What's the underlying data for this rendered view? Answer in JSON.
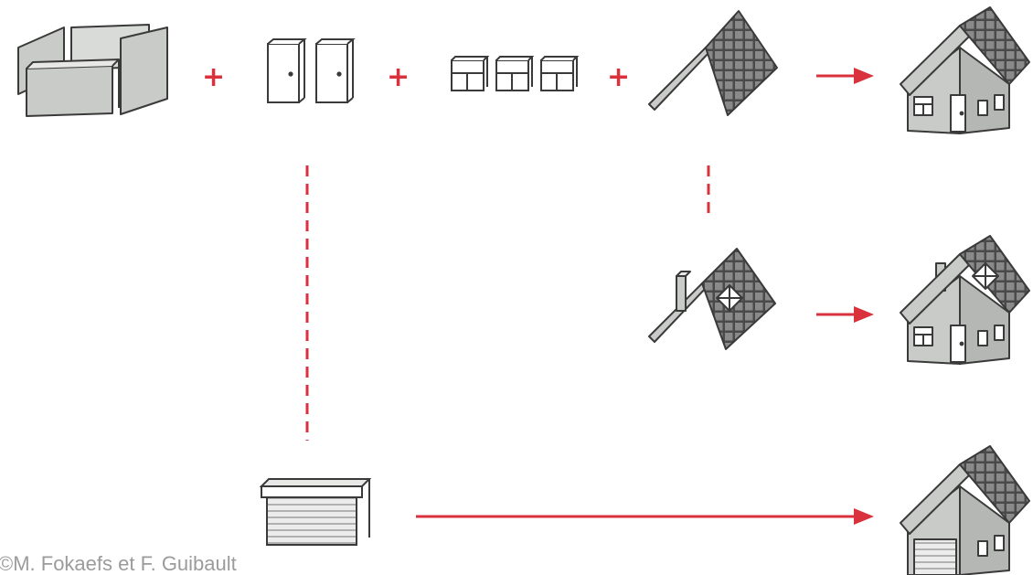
{
  "colors": {
    "accent": "#d9323c",
    "outline": "#3a3a3a",
    "fill_gray": "#c9cbc8",
    "fill_dark": "#4a4a4a",
    "background": "#ffffff"
  },
  "operators": {
    "plus": "+"
  },
  "components": [
    {
      "id": "walls",
      "icon": "walls-icon"
    },
    {
      "id": "doors",
      "icon": "doors-icon",
      "count": 2
    },
    {
      "id": "windows",
      "icon": "windows-icon",
      "count": 3
    },
    {
      "id": "roof",
      "icon": "roof-icon"
    }
  ],
  "outputs": [
    {
      "id": "house-basic",
      "icon": "house-icon"
    },
    {
      "id": "house-chimney-skylight",
      "icon": "house-chimney-skylight-icon"
    },
    {
      "id": "house-garage",
      "icon": "house-garage-icon"
    }
  ],
  "variants": [
    {
      "id": "roof-chimney-skylight",
      "icon": "roof-chimney-skylight-icon",
      "replaces": "roof"
    },
    {
      "id": "garage-door",
      "icon": "garage-door-icon",
      "replaces": "doors"
    }
  ],
  "credit": "©M. Fokaefs et F. Guibault"
}
